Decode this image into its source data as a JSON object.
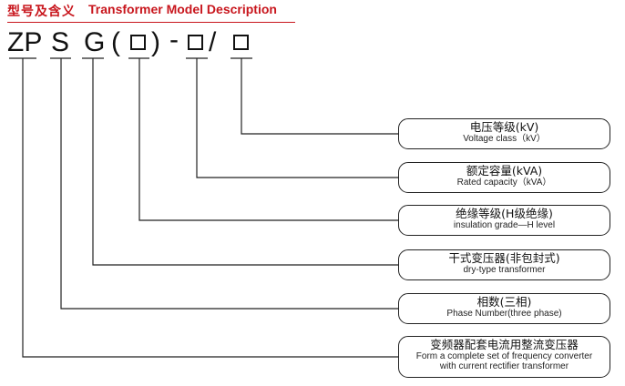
{
  "header": {
    "title_cn": "型号及含义",
    "title_en": "Transformer Model Description"
  },
  "code": {
    "zp": "ZP",
    "s": "S",
    "g": "G",
    "paren_open": "(",
    "paren_close": ")",
    "dash": "-",
    "slash": "/"
  },
  "labels": [
    {
      "cn": "电压等级(kV)",
      "en": "Voltage class（kV）"
    },
    {
      "cn": "额定容量(kVA)",
      "en": "Rated capacity（kVA）"
    },
    {
      "cn": "绝缘等级(H级绝缘)",
      "en": "insulation grade—H level"
    },
    {
      "cn": "干式变压器(非包封式)",
      "en": "dry-type transformer"
    },
    {
      "cn": "相数(三相)",
      "en": "Phase Number(three phase)"
    },
    {
      "cn": "变频器配套电流用整流变压器",
      "en": "Form a complete set of frequency converter",
      "en2": "with current rectifier transformer"
    }
  ],
  "colors": {
    "accent": "#c8161d",
    "line": "#222222"
  }
}
